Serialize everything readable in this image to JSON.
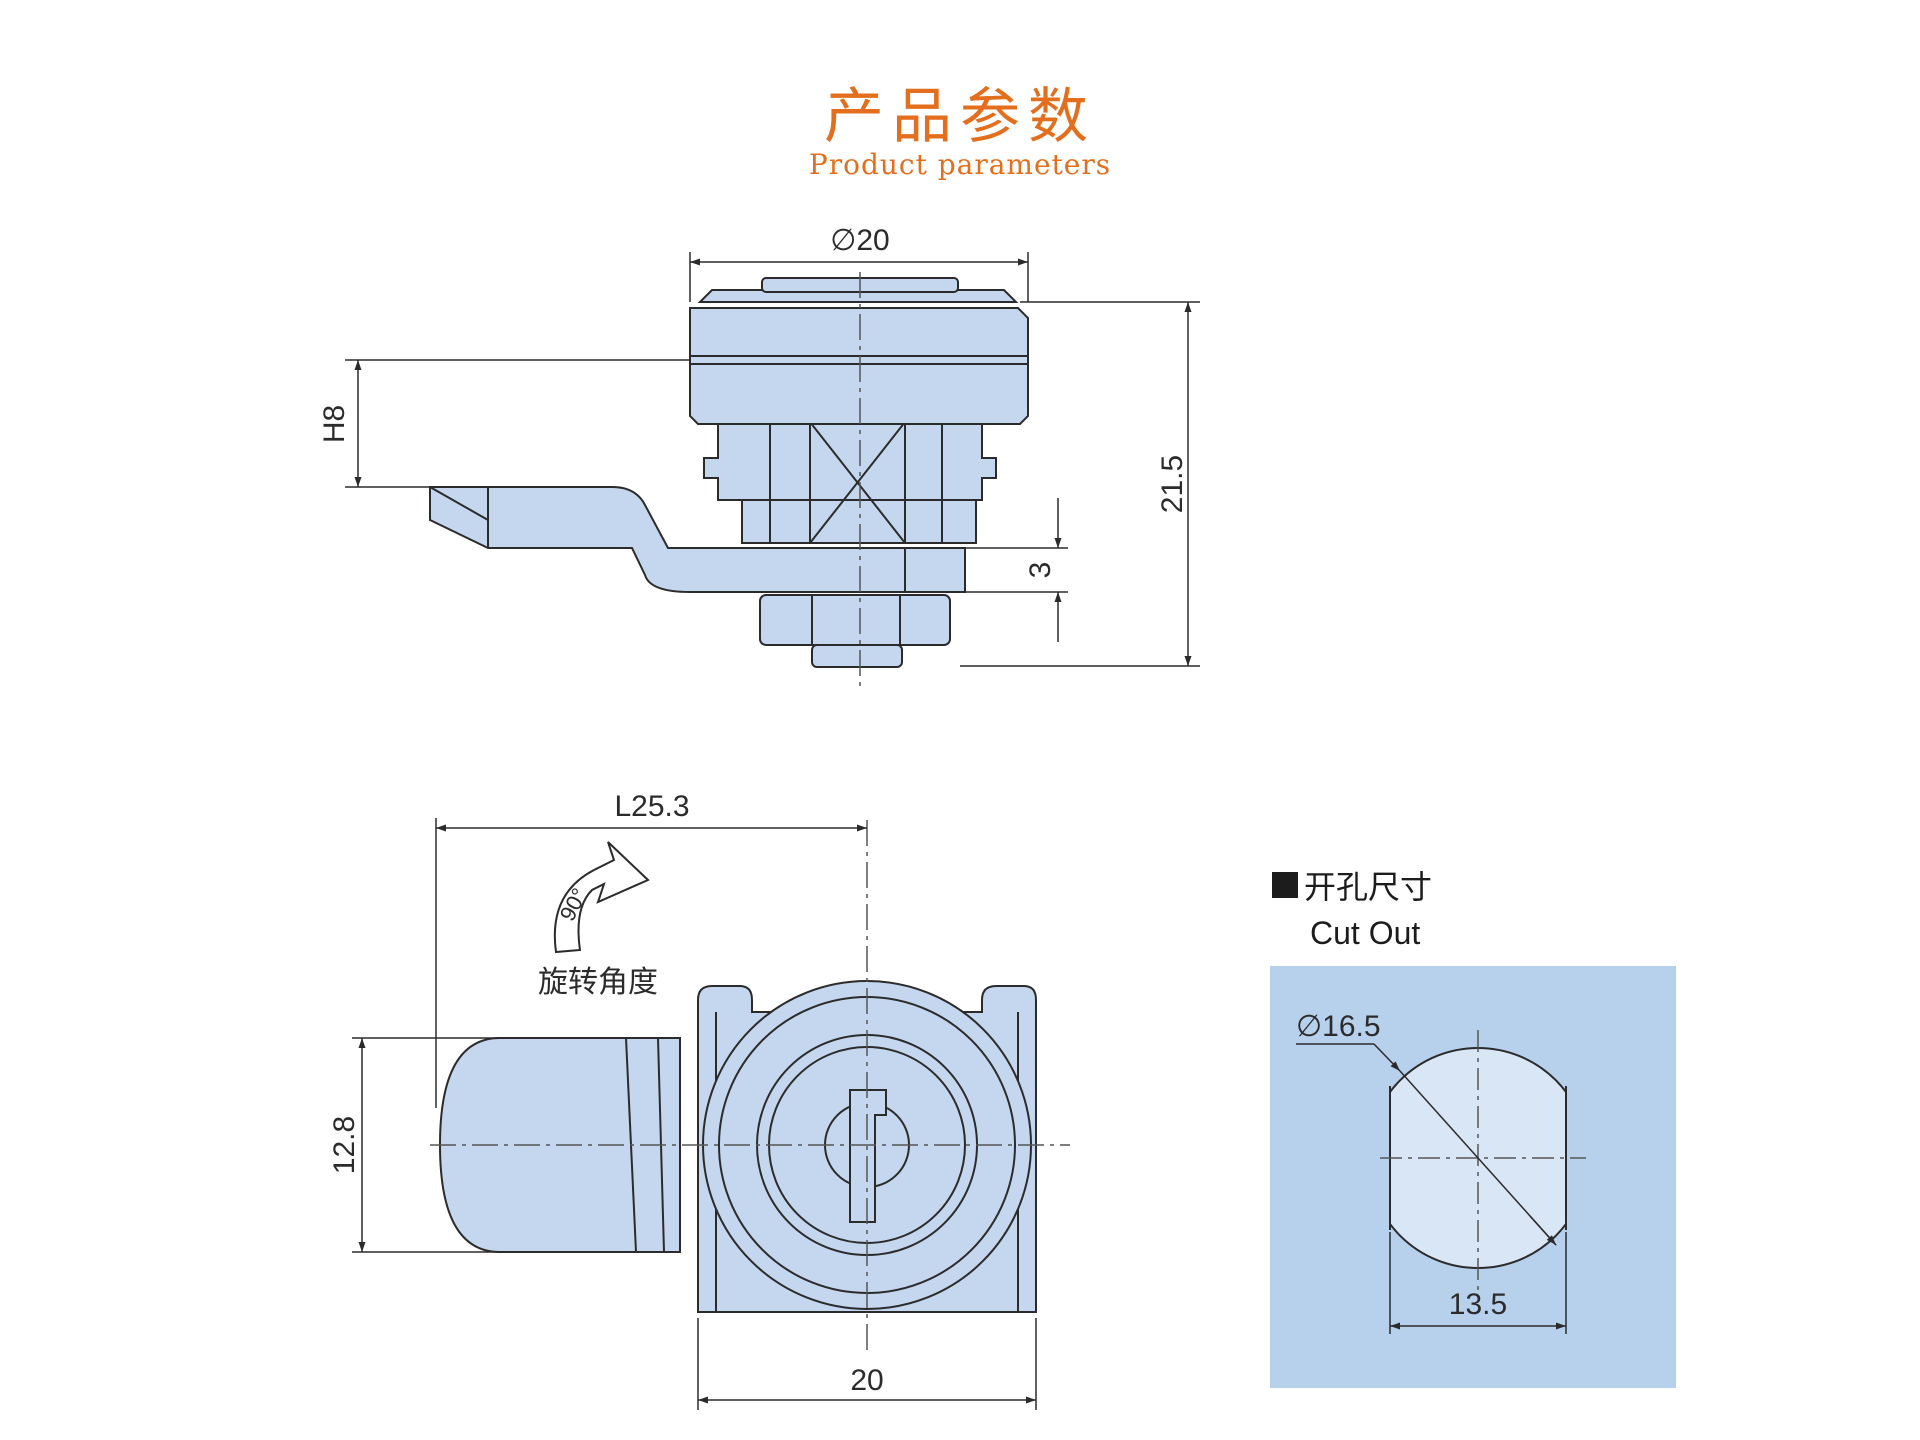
{
  "header": {
    "title_cn": "产品参数",
    "title_en": "Product parameters",
    "title_color": "#e36f1e"
  },
  "colors": {
    "part_fill": "#c5d7ef",
    "line": "#2b2b2b",
    "cutout_bg": "#b7d0ec",
    "cutout_hole": "#d9e6f6"
  },
  "side_view": {
    "dim_diameter": "∅20",
    "dim_height": "21.5",
    "dim_h8": "H8",
    "dim_3": "3"
  },
  "front_view": {
    "dim_length": "L25.3",
    "dim_width": "20",
    "dim_12_8": "12.8",
    "rotation_angle": "90°",
    "rotation_label": "旋转角度"
  },
  "cutout": {
    "heading_cn": "开孔尺寸",
    "heading_en": "Cut Out",
    "dim_diameter": "∅16.5",
    "dim_width": "13.5"
  }
}
